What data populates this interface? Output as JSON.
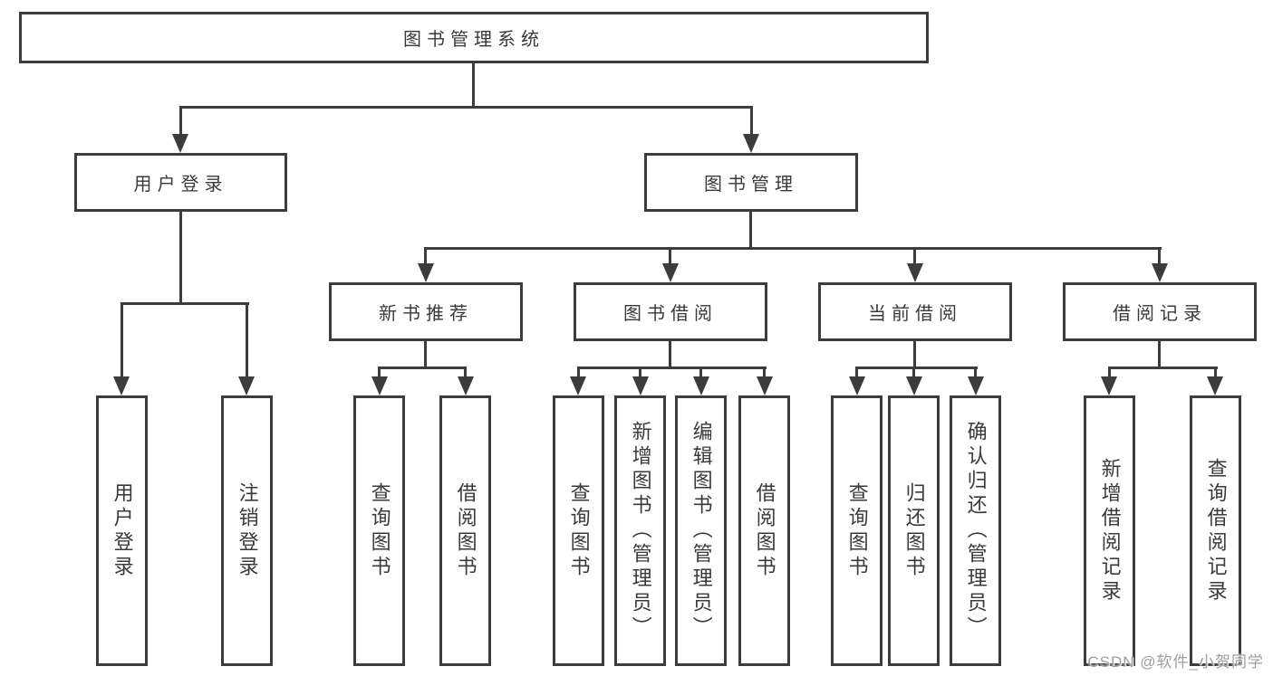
{
  "nodes": {
    "root": "图书管理系统",
    "level2": {
      "user_login": "用户登录",
      "book_mgmt": "图书管理"
    },
    "user_children": [
      "用户登录",
      "注销登录"
    ],
    "groups": [
      {
        "label": "新书推荐",
        "children": [
          "查询图书",
          "借阅图书"
        ]
      },
      {
        "label": "图书借阅",
        "children": [
          "查询图书",
          "新增图书（管理员）",
          "编辑图书（管理员）",
          "借阅图书"
        ]
      },
      {
        "label": "当前借阅",
        "children": [
          "查询图书",
          "归还图书",
          "确认归还（管理员）"
        ]
      },
      {
        "label": "借阅记录",
        "children": [
          "新增借阅记录",
          "查询借阅记录"
        ]
      }
    ]
  },
  "watermark": "CSDN @软件_小贺同学",
  "colors": {
    "line": "#3c3c3c",
    "text": "#3a3a3a",
    "watermark": "#9e9e9e",
    "background": "#ffffff"
  }
}
